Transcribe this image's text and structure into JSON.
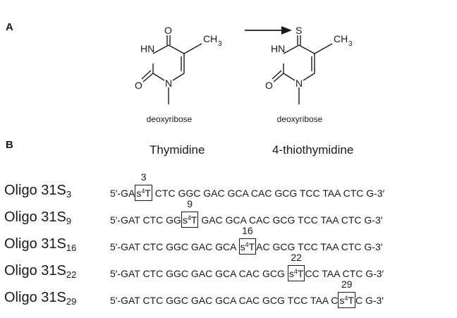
{
  "panels": {
    "a": "A",
    "b": "B"
  },
  "molecules": [
    {
      "name": "Thymidine",
      "sugar": "deoxyribose",
      "top_atom": "O",
      "atoms": {
        "nh": "HN",
        "o2": "O",
        "n1": "N",
        "methyl_c": "CH",
        "methyl_sub": "3"
      }
    },
    {
      "name": "4-thiothymidine",
      "sugar": "deoxyribose",
      "top_atom": "S",
      "atoms": {
        "nh": "HN",
        "o2": "O",
        "n1": "N",
        "methyl_c": "CH",
        "methyl_sub": "3"
      }
    }
  ],
  "modified_base": {
    "prefix": "s",
    "sup": "4",
    "base": "T"
  },
  "oligos": [
    {
      "label": "Oligo 31S",
      "sub": "3",
      "position": "3",
      "before": "5′-GA",
      "after": " CTC GGC GAC GCA CAC GCG TCC TAA CTC G-3′"
    },
    {
      "label": "Oligo 31S",
      "sub": "9",
      "position": "9",
      "before": "5′-GAT CTC GG",
      "after": " GAC GCA CAC GCG TCC TAA CTC G-3′"
    },
    {
      "label": "Oligo 31S",
      "sub": "16",
      "position": "16",
      "before": "5′-GAT CTC GGC GAC GCA ",
      "after": "AC GCG TCC TAA CTC G-3′"
    },
    {
      "label": "Oligo 31S",
      "sub": "22",
      "position": "22",
      "before": "5′-GAT CTC GGC GAC GCA CAC GCG ",
      "after": "CC TAA CTC G-3′"
    },
    {
      "label": "Oligo 31S",
      "sub": "29",
      "position": "29",
      "before": "5′-GAT CTC GGC GAC GCA CAC GCG TCC TAA C",
      "after": "C G-3′"
    }
  ]
}
